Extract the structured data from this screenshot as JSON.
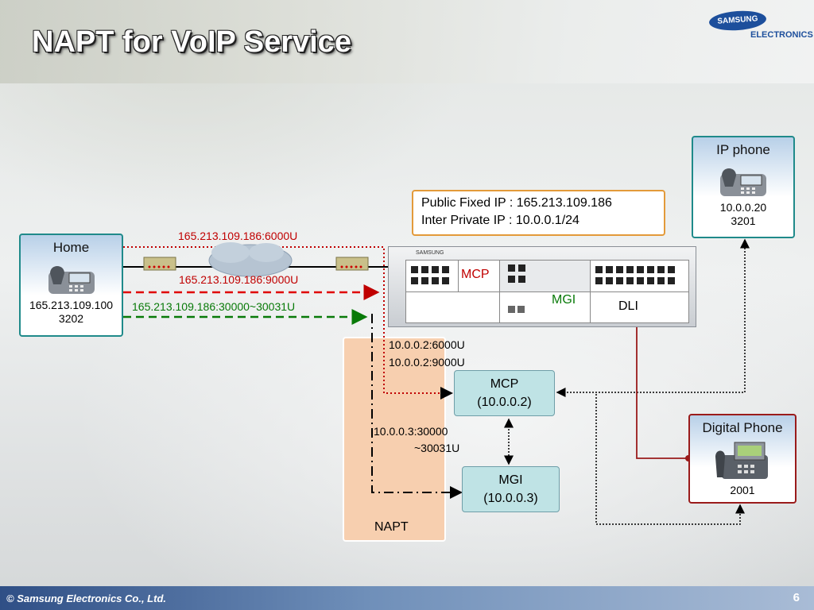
{
  "title": "NAPT for VoIP Service",
  "logo": {
    "brand": "SAMSUNG",
    "sub": "ELECTRONICS"
  },
  "home": {
    "label": "Home",
    "ip": "165.213.109.100",
    "ext": "3202"
  },
  "ip_phone": {
    "label": "IP phone",
    "ip": "10.0.0.20",
    "ext": "3201"
  },
  "digital_phone": {
    "label": "Digital Phone",
    "ext": "2001"
  },
  "info_box": {
    "line1": "Public Fixed IP : 165.213.109.186",
    "line2": "Inter Private IP : 10.0.0.1/24"
  },
  "links": {
    "sig": "165.213.109.186:6000U",
    "media": "165.213.109.186:9000U",
    "rtp": "165.213.109.186:30000~30031U"
  },
  "chassis": {
    "brand": "SAMSUNG",
    "mcp": "MCP",
    "mgi": "MGI",
    "dli": "DLI"
  },
  "private": {
    "sig": "10.0.0.2:6000U",
    "media": "10.0.0.2:9000U",
    "rtp1": "10.0.0.3:30000",
    "rtp2": "~30031U"
  },
  "mcp_box": {
    "name": "MCP",
    "ip": "(10.0.0.2)"
  },
  "mgi_box": {
    "name": "MGI",
    "ip": "(10.0.0.3)"
  },
  "napt": {
    "label": "NAPT"
  },
  "footer": {
    "copyright": "© Samsung Electronics Co., Ltd.",
    "page": "6"
  },
  "colors": {
    "red": "#c00000",
    "green": "#087a08",
    "teal_border": "#1f8a8a",
    "napt_fill": "#f7cfaf",
    "maroon": "#9a1b1b"
  }
}
